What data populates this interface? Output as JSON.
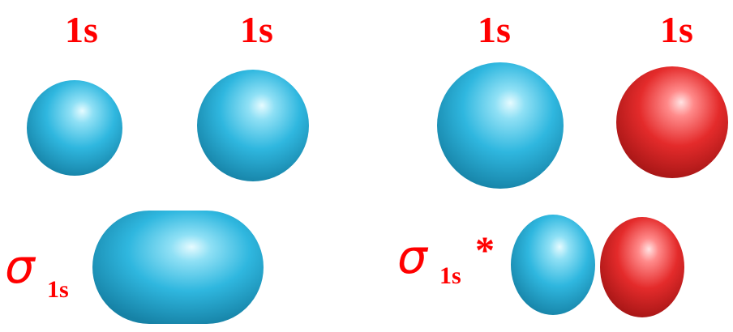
{
  "labels": {
    "ao_left_1": "1s",
    "ao_left_2": "1s",
    "ao_right_1": "1s",
    "ao_right_2": "1s",
    "bonding_symbol": "σ",
    "bonding_subscript": "1s",
    "antibonding_symbol": "σ",
    "antibonding_subscript": "1s",
    "antibonding_star": "*"
  },
  "colors": {
    "label_red": "#ff0000",
    "phase_blue": "#29b6dc",
    "phase_red": "#e02a2a",
    "background": "#ffffff"
  }
}
